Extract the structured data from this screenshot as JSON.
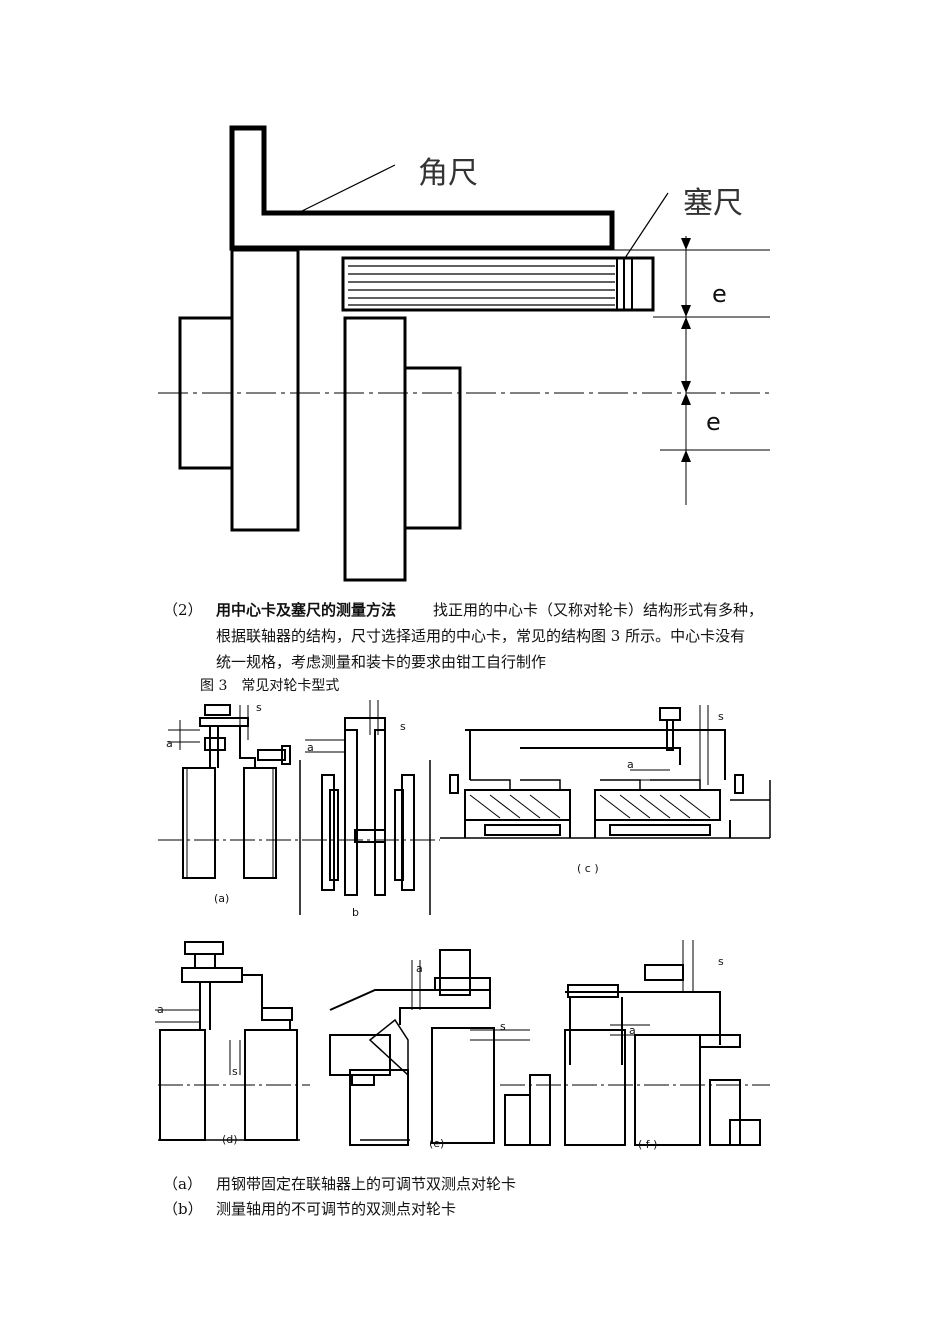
{
  "figure2": {
    "label_square": "角尺",
    "label_feeler": "塞尺",
    "label_e_top": "e",
    "label_e_bottom": "e"
  },
  "paragraph": {
    "number": "（2）",
    "heading": "用中心卡及塞尺的测量方法",
    "line1": "找正用的中心卡（又称对轮卡）结构形式有多种，",
    "line2": "根据联轴器的结构，尺寸选择适用的中心卡，常见的结构图 3 所示。中心卡没有",
    "line3": "统一规格，考虑测量和装卡的要求由钳工自行制作"
  },
  "figure3": {
    "caption": "图 3　常见对轮卡型式",
    "sub_a": "(a)",
    "sub_b": "b",
    "sub_c": "( c )",
    "sub_d": "(d)",
    "sub_e": "(e)",
    "sub_f": "( f )",
    "dim_a": "a",
    "dim_s": "s"
  },
  "notes": [
    {
      "mark": "（a）",
      "text": "用钢带固定在联轴器上的可调节双测点对轮卡"
    },
    {
      "mark": "（b）",
      "text": "测量轴用的不可调节的双测点对轮卡"
    }
  ]
}
